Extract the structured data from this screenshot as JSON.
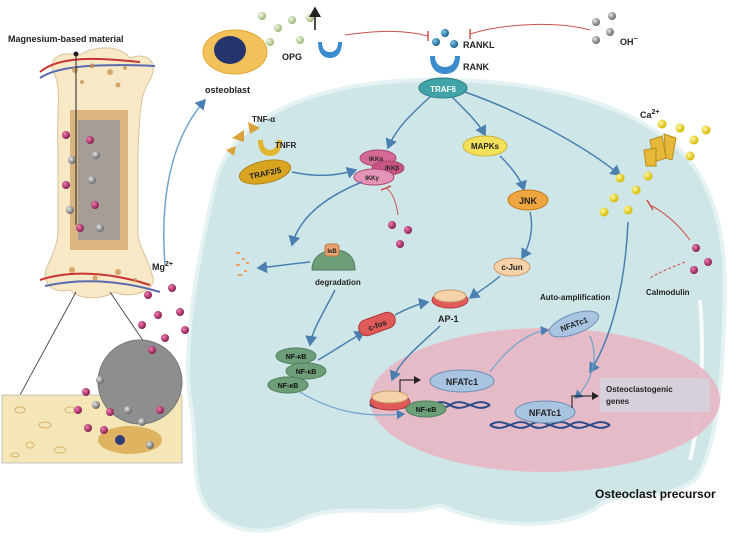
{
  "labels": {
    "material": "Magnesium-based material",
    "osteoblast": "osteoblast",
    "opg": "OPG",
    "rankl": "RANKL",
    "oh": "OH",
    "oh_sup": "−",
    "rank": "RANK",
    "traf6": "TRAF6",
    "tnfa": "TNF-α",
    "tnfr": "TNFR",
    "traf25": "TRAF2/5",
    "ikka": "IKKα",
    "ikkb": "IKKβ",
    "ikkg": "IKKγ",
    "mapks": "MAPKs",
    "jnk": "JNK",
    "cjun": "c-Jun",
    "ca": "Ca",
    "ca_sup": "2+",
    "mg": "Mg",
    "mg_sup": "2+",
    "ikb": "IκB",
    "degradation": "degradation",
    "calmodulin": "Calmodulin",
    "auto_amp": "Auto-amplification",
    "ap1": "AP-1",
    "cfos": "c-fos",
    "nfatc1": "NFATc1",
    "nfkb": "NF-κB",
    "genes_line1": "Osteoclastogenic",
    "genes_line2": "genes",
    "precursor": "Osteoclast precursor"
  },
  "colors": {
    "cell": "#cfe6e9",
    "cell_edge": "#e4f2f3",
    "nucleus": "#e8b6c4",
    "arrow": "#4a7fb0",
    "inhibit": "#c9534b",
    "mg_ion": "#b0306a",
    "ca_ion": "#f0dc2a",
    "oh_ion": "#8a8a8a",
    "traf": "#d9a520",
    "mapk": "#f3e05a",
    "jnk": "#f0a640",
    "nfkb": "#6c9e78",
    "nfatc1": "#a9c4e0",
    "ikk": "#d36a94",
    "dna": "#2a4a8a"
  }
}
